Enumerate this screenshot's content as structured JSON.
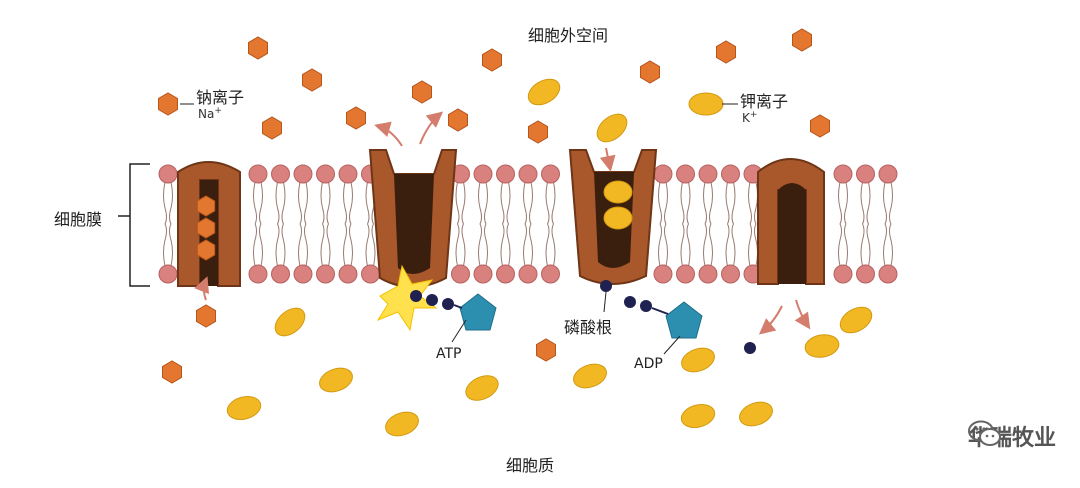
{
  "labels": {
    "extracellular": "细胞外空间",
    "sodium": "钠离子",
    "sodium_symbol": "Na",
    "sodium_charge": "+",
    "potassium": "钾离子",
    "potassium_symbol": "K",
    "potassium_charge": "+",
    "membrane": "细胞膜",
    "phosphate": "磷酸根",
    "atp": "ATP",
    "adp": "ADP",
    "cytoplasm": "细胞质"
  },
  "watermark": {
    "text": "华瑞牧业",
    "icon": "wechat-icon"
  },
  "colors": {
    "sodium_ion": "#e3772f",
    "potassium_ion": "#f2b824",
    "pump_protein": "#a8582a",
    "pump_channel": "#3a1e0e",
    "lipid_head": "#d9817e",
    "phosphate_group": "#1f2150",
    "adenosine": "#2d8fb0",
    "arrow": "#d47d6d"
  }
}
